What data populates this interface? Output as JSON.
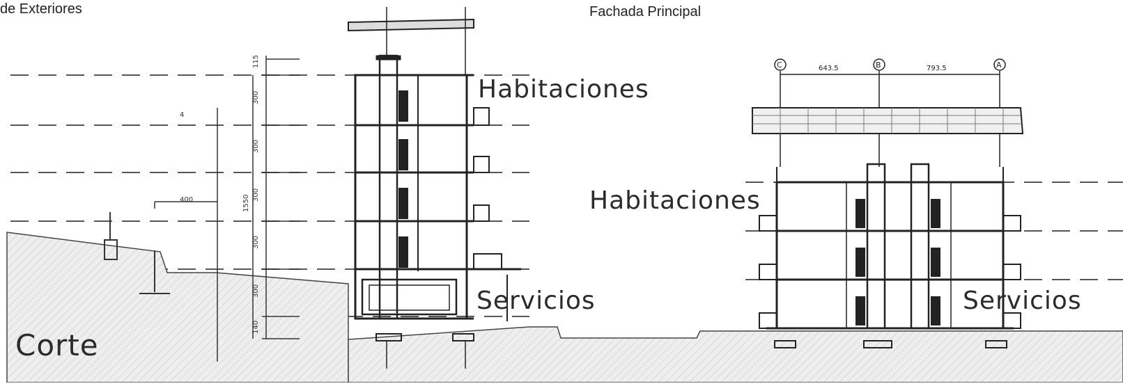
{
  "headings": {
    "left": "de Exteriores",
    "center": "Fachada Principal",
    "corte": "Corte"
  },
  "section_labels": {
    "upper_left": "Habitaciones",
    "lower_left": "Servicios",
    "upper_right": "Habitaciones",
    "lower_right": "Servicios"
  },
  "grid_axes": [
    "C",
    "B",
    "A"
  ],
  "grid_dimensions": [
    "643.5",
    "793.5"
  ],
  "level_dimensions": [
    "115",
    "300",
    "300",
    "300",
    "300",
    "300",
    "140"
  ],
  "total_height": "1550",
  "horizontal_offset": "400",
  "floor_count_note": "4",
  "colors": {
    "line": "#333333",
    "ground": "#e4e4e4",
    "dash": "#555555"
  }
}
